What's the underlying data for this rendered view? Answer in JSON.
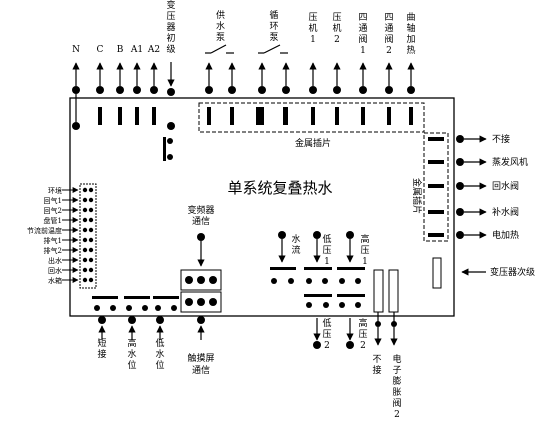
{
  "board": {
    "title": "单系统复叠热水",
    "metal_strip_top": "金属插片",
    "metal_strip_right": "金属插片",
    "transformer_comm": [
      "变频器",
      "通信"
    ]
  },
  "top_terminals": [
    {
      "id": "N",
      "label": [
        "N"
      ]
    },
    {
      "id": "C",
      "label": [
        "C"
      ]
    },
    {
      "id": "B",
      "label": [
        "B"
      ]
    },
    {
      "id": "A1",
      "label": [
        "A1"
      ]
    },
    {
      "id": "A2",
      "label": [
        "A2"
      ]
    },
    {
      "id": "transformer-primary",
      "label": [
        "变",
        "压",
        "器",
        "初",
        "级"
      ]
    },
    {
      "id": "supply-pump",
      "label": [
        "供",
        "水",
        "泵"
      ]
    },
    {
      "id": "circulation-pump",
      "label": [
        "循",
        "环",
        "泵"
      ]
    },
    {
      "id": "compressor-1",
      "label": [
        "压",
        "机",
        "1"
      ]
    },
    {
      "id": "compressor-2",
      "label": [
        "压",
        "机",
        "2"
      ]
    },
    {
      "id": "four-way-valve-1",
      "label": [
        "四",
        "通",
        "阀",
        "1"
      ]
    },
    {
      "id": "four-way-valve-2",
      "label": [
        "四",
        "通",
        "阀",
        "2"
      ]
    },
    {
      "id": "crankcase-heater",
      "label": [
        "曲",
        "轴",
        "加",
        "热"
      ]
    }
  ],
  "right_outputs": [
    {
      "id": "not-connected",
      "label": "不接"
    },
    {
      "id": "evaporator-fan",
      "label": "蒸发风机"
    },
    {
      "id": "return-water-valve",
      "label": "回水阀"
    },
    {
      "id": "makeup-water-valve",
      "label": "补水阀"
    },
    {
      "id": "electric-heater",
      "label": "电加热"
    }
  ],
  "transformer_secondary": "变压器次级",
  "left_sensors": [
    "环境",
    "回气1",
    "回气2",
    "盘管1",
    "节流前温度",
    "排气1",
    "排气2",
    "出水",
    "回水",
    "水箱"
  ],
  "mid_inputs": [
    {
      "id": "water-flow",
      "label": [
        "水",
        "流"
      ]
    },
    {
      "id": "low-pressure-1",
      "label": [
        "低",
        "压",
        "1"
      ]
    },
    {
      "id": "high-pressure-1",
      "label": [
        "高",
        "压",
        "1"
      ]
    }
  ],
  "bottom_inputs": [
    {
      "id": "short-connect",
      "label": [
        "短",
        "接"
      ]
    },
    {
      "id": "high-water-level",
      "label": [
        "高",
        "水",
        "位"
      ]
    },
    {
      "id": "low-water-level",
      "label": [
        "低",
        "水",
        "位"
      ]
    },
    {
      "id": "touchscreen-comm",
      "label": [
        "触摸屏",
        "通信"
      ]
    },
    {
      "id": "low-pressure-2",
      "label": [
        "低",
        "压",
        "2"
      ]
    },
    {
      "id": "high-pressure-2",
      "label": [
        "高",
        "压",
        "2"
      ]
    },
    {
      "id": "not-connected-bottom",
      "label": [
        "不",
        "接"
      ]
    },
    {
      "id": "electronic-expansion-valve-2",
      "label": [
        "电",
        "子",
        "膨",
        "胀",
        "阀",
        "2"
      ]
    }
  ]
}
